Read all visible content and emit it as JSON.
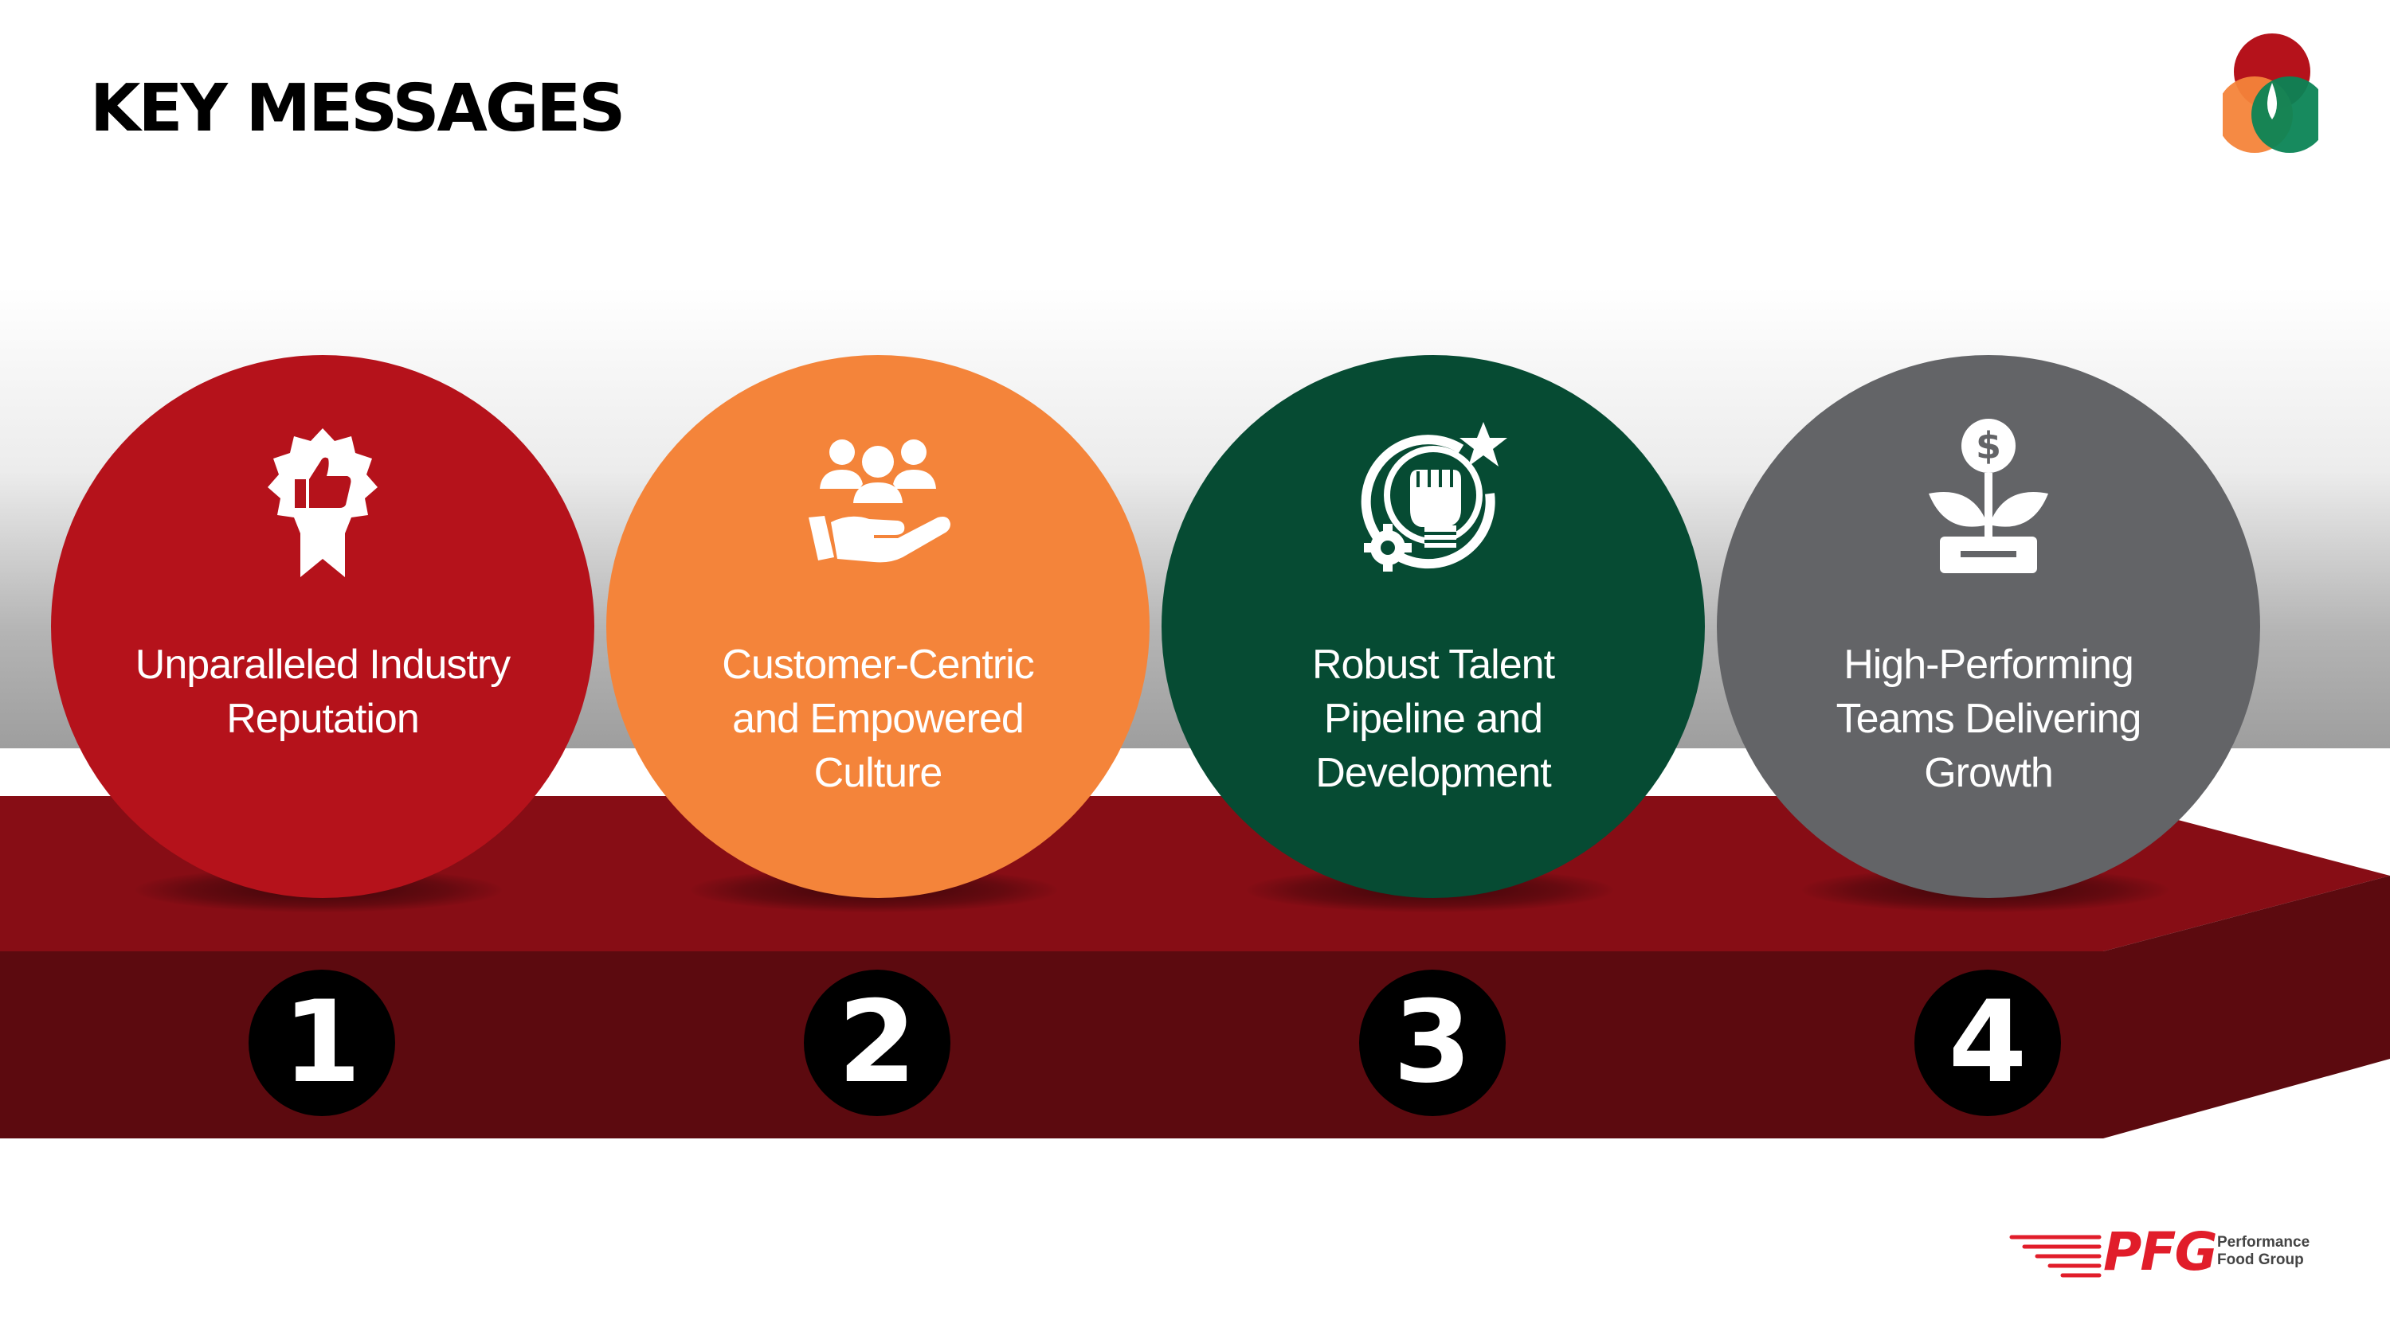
{
  "slide": {
    "title": "KEY MESSAGES"
  },
  "messages": [
    {
      "number": "1",
      "lines": [
        "Unparalleled Industry",
        "Reputation"
      ],
      "color": "#b5121b",
      "icon": "award-thumbs-up-icon"
    },
    {
      "number": "2",
      "lines": [
        "Customer-Centric",
        "and Empowered",
        "Culture"
      ],
      "color": "#f4843a",
      "icon": "hand-team-icon"
    },
    {
      "number": "3",
      "lines": [
        "Robust Talent",
        "Pipeline and",
        "Development"
      ],
      "color": "#064b33",
      "icon": "fist-star-gear-icon"
    },
    {
      "number": "4",
      "lines": [
        "High-Performing",
        "Teams Delivering",
        "Growth"
      ],
      "color": "#636467",
      "icon": "money-plant-icon"
    }
  ],
  "colors": {
    "platform_top": "#870d15",
    "platform_front": "#5c0a0f",
    "logo_red": "#b5121b",
    "logo_orange": "#f4843a",
    "logo_green": "#0b8455"
  },
  "branding": {
    "mark": "PFG",
    "name_line1": "Performance",
    "name_line2": "Food Group"
  }
}
